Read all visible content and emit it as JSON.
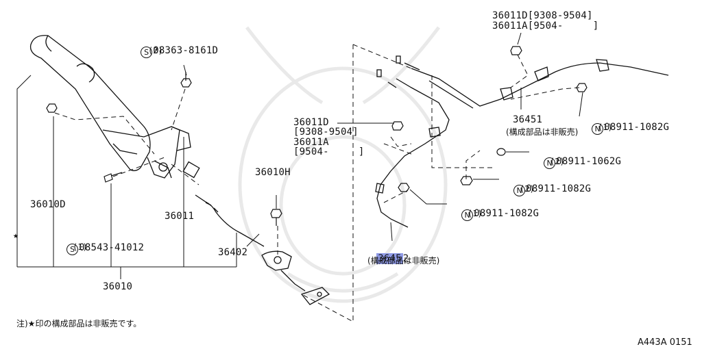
{
  "labels": {
    "bolt_top": {
      "prefix": "S",
      "code": "08363-8161D",
      "qty": "(2)"
    },
    "p36010d": "36010D",
    "bolt_bottom": {
      "prefix": "S",
      "code": "08543-41012",
      "qty": "(1)"
    },
    "p36011": "36011",
    "p36010h": "36010H",
    "p36402": "36402",
    "p36010": "36010",
    "p36011d_mid": {
      "line1": "36011D",
      "line2": "[9308-9504]",
      "line3": "36011A",
      "line4": "[9504-     ]"
    },
    "p36011d_top": {
      "line1": "36011D[9308-9504]",
      "line2": "36011A[9504-     ]"
    },
    "p36451": {
      "code": "36451",
      "note": "(構成部品は非販売)"
    },
    "nut1": {
      "prefix": "N",
      "code": "08911-1082G",
      "qty": "(1)"
    },
    "nut2": {
      "prefix": "N",
      "code": "08911-1062G",
      "qty": "(2)"
    },
    "nut3": {
      "prefix": "N",
      "code": "08911-1082G",
      "qty": "(2)"
    },
    "nut4": {
      "prefix": "N",
      "code": "08911-1082G",
      "qty": "(1)"
    },
    "p36452": {
      "code_hl": "3645",
      "code_rest": "2",
      "note": "(構成部品は非販売)"
    }
  },
  "star_symbol": "★",
  "footnote": "注)★印の構成部品は非販売です。",
  "diagram_id": "A443A 0151",
  "highlight_color": "#8f9ae6"
}
